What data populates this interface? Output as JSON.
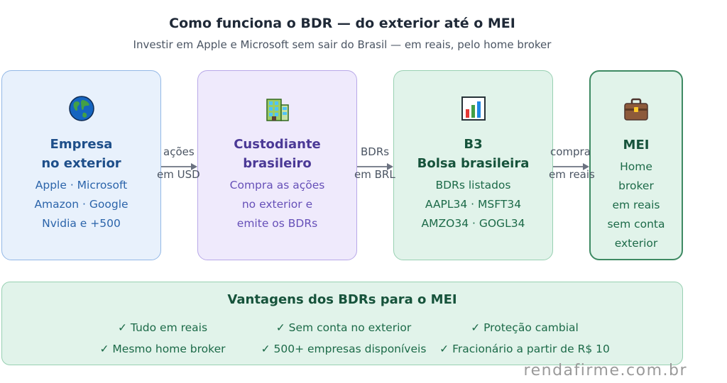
{
  "title": "Como funciona o BDR — do exterior até o MEI",
  "subtitle": "Investir em Apple e Microsoft sem sair do Brasil — em reais, pelo home broker",
  "cards": [
    {
      "icon": "globe-icon",
      "heading": [
        "Empresa",
        "no exterior"
      ],
      "lines": [
        "Apple · Microsoft",
        "Amazon · Google",
        "Nvidia e +500"
      ]
    },
    {
      "icon": "office-building-icon",
      "heading": [
        "Custodiante",
        "brasileiro"
      ],
      "lines": [
        "Compra as ações",
        "no exterior e",
        "emite os BDRs"
      ]
    },
    {
      "icon": "bar-chart-icon",
      "heading": [
        "B3",
        "Bolsa brasileira"
      ],
      "lines": [
        "BDRs listados",
        "AAPL34 · MSFT34",
        "AMZO34 · GOGL34"
      ]
    },
    {
      "icon": "briefcase-icon",
      "heading": [
        "MEI"
      ],
      "lines": [
        "Home",
        "broker",
        "em reais",
        "sem conta",
        "exterior"
      ]
    }
  ],
  "connectors": [
    {
      "top": "ações",
      "bottom": "em USD"
    },
    {
      "top": "BDRs",
      "bottom": "em BRL"
    },
    {
      "top": "compra",
      "bottom": "em reais"
    }
  ],
  "advantages": {
    "title": "Vantagens dos BDRs para o MEI",
    "items": [
      "✓ Tudo em reais",
      "✓ Sem conta no exterior",
      "✓ Proteção cambial",
      "✓ Mesmo home broker",
      "✓ 500+ empresas disponíveis",
      "✓ Fracionário a partir de R$ 10"
    ]
  },
  "watermark": "rendafirme.com.br",
  "colors": {
    "blue_card": "#e8f1fc",
    "purple_card": "#efeafc",
    "green_card": "#e1f3ea",
    "accent_green": "#3e8a63"
  }
}
